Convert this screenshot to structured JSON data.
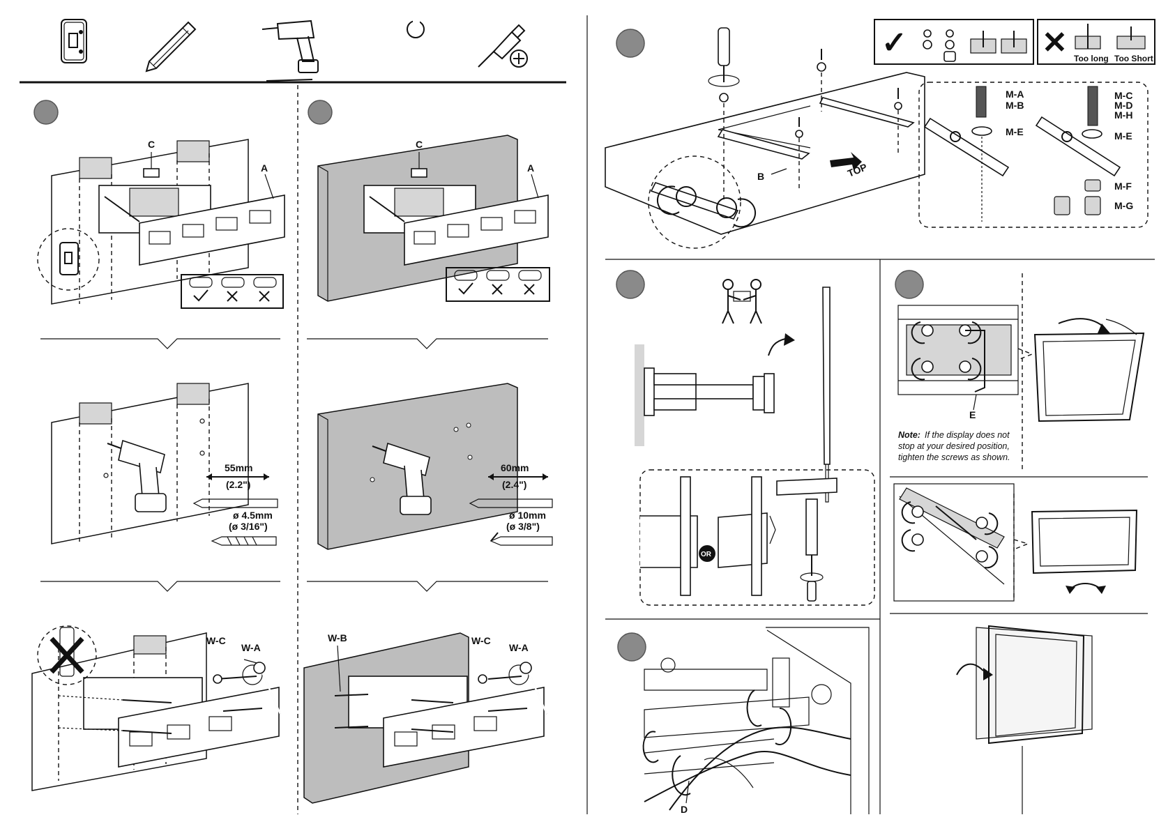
{
  "tools": {
    "icons": [
      "stud-finder-icon",
      "pencil-icon",
      "drill-icon",
      "wrench-icon",
      "screwdriver-icon"
    ]
  },
  "wood_column": {
    "step1": {
      "label_c": "C",
      "label_a": "A"
    },
    "step2": {
      "dist": "55mm",
      "dist_in": "(2.2\")",
      "bit": "ø 4.5mm",
      "bit_in": "(ø 3/16\")"
    },
    "step3": {
      "label_wc": "W-C",
      "label_wa": "W-A"
    }
  },
  "concrete_column": {
    "step1": {
      "label_c": "C",
      "label_a": "A"
    },
    "step2": {
      "dist": "60mm",
      "dist_in": "(2.4\")",
      "bit": "ø 10mm",
      "bit_in": "(ø 3/8\")"
    },
    "step3": {
      "label_wb": "W-B",
      "label_wc": "W-C",
      "label_wa": "W-A"
    }
  },
  "tv_step": {
    "label_b": "B",
    "top": "TOP",
    "screw_ok": "✓",
    "screw_bad": "✕",
    "too_long": "Too long",
    "too_short": "Too Short",
    "left_parts": [
      "M-A",
      "M-B",
      "M-E"
    ],
    "right_parts": [
      "M-C",
      "M-D",
      "M-H",
      "M-E",
      "M-F",
      "M-G"
    ]
  },
  "hang_step": {
    "or": "OR"
  },
  "cable_step": {
    "label_d": "D"
  },
  "adjust_step": {
    "label_e": "E",
    "note_bold": "Note:",
    "note_lines": [
      "If the display does not",
      "stop at your desired position,",
      "tighten the screws as shown."
    ]
  }
}
